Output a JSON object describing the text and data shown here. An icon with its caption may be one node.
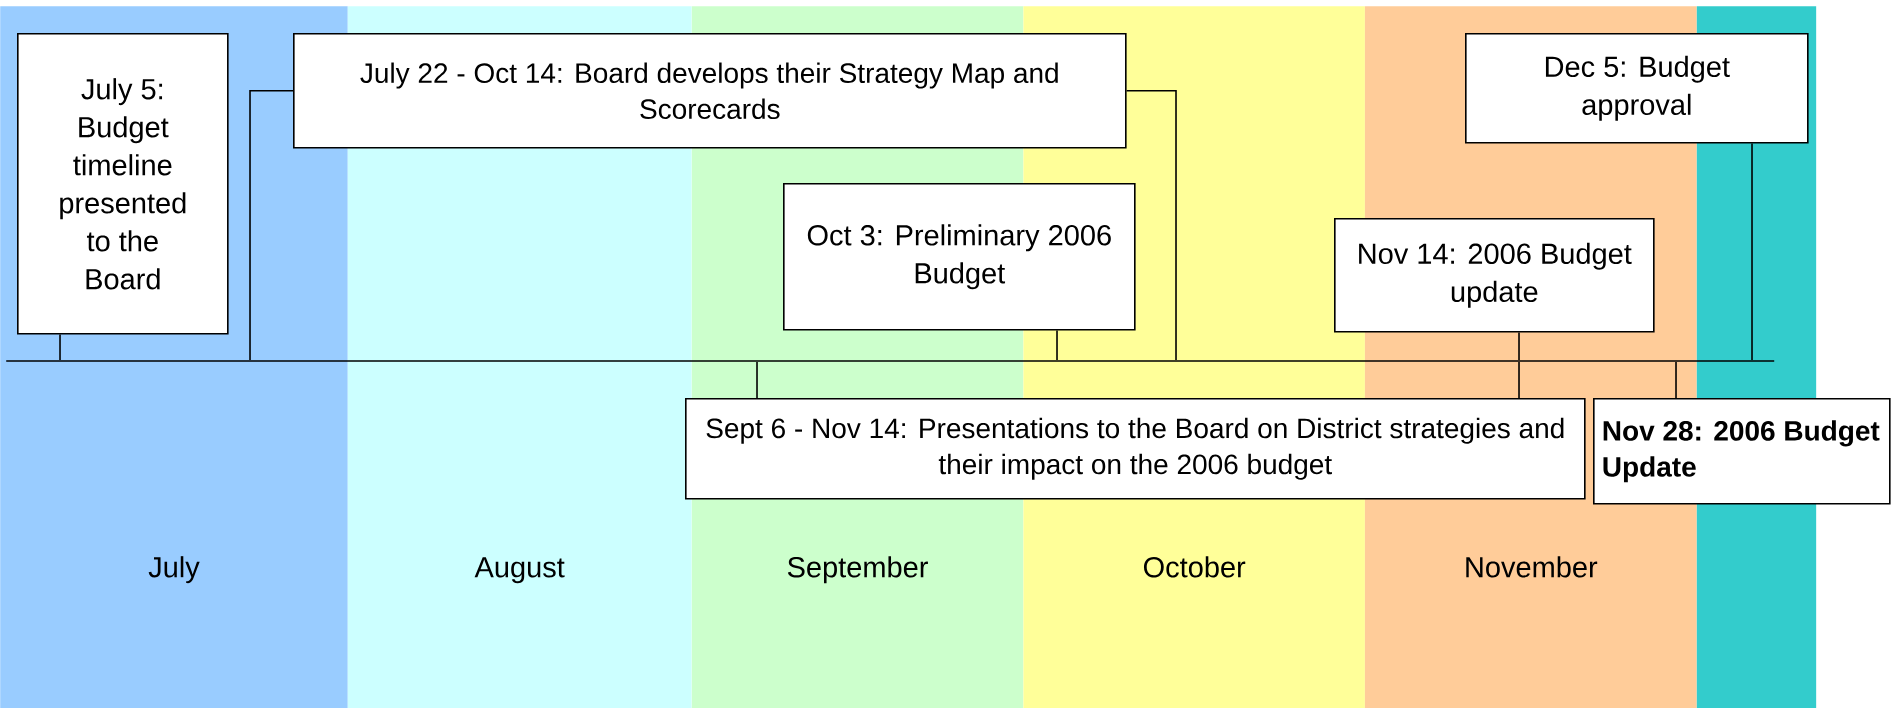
{
  "diagram": {
    "nodes": [
      {
        "text": [
          "July"
        ]
      },
      {
        "text": [
          "August"
        ]
      },
      {
        "text": [
          "September"
        ]
      },
      {
        "text": [
          "October"
        ]
      },
      {
        "text": [
          "November"
        ]
      },
      {
        "text": [],
        "shape": "bar"
      },
      {
        "text": [
          "July 5: Budget timeline presented to the Board"
        ],
        "in": 0
      },
      {
        "text": [
          "July 22 - Oct 14: Board develops their Strategy Map and Scorecards"
        ]
      },
      {
        "text": [
          "Dec 5:  Budget approval"
        ]
      },
      {
        "text": [
          "Oct 3:  Preliminary 2006 Budget"
        ]
      },
      {
        "text": [
          "Nov 14: 2006 Budget update"
        ]
      },
      {
        "text": [
          "Sept 6 - Nov 14:  Presentations to the Board on District strategies and their impact on the 2006 budget"
        ]
      },
      {
        "text": [
          "Nov 28:  2006 Budget Update"
        ]
      },
      {
        "text": [],
        "shape": "bar"
      }
    ],
    "edges": [
      {
        "from": 6,
        "to": 13,
        "arrow": "none"
      },
      {
        "from": 7,
        "to": 13,
        "arrow": "none"
      },
      {
        "from": 7,
        "to": 13,
        "arrow": "none"
      },
      {
        "from": 9,
        "to": 13,
        "arrow": "none"
      },
      {
        "from": 8,
        "to": 13,
        "arrow": "none"
      },
      {
        "from": 10,
        "to": 13,
        "arrow": "none"
      },
      {
        "from": 11,
        "to": 13,
        "arrow": "none"
      },
      {
        "from": 11,
        "to": 13,
        "arrow": "none"
      },
      {
        "from": 12,
        "to": 13,
        "arrow": "none"
      }
    ]
  }
}
